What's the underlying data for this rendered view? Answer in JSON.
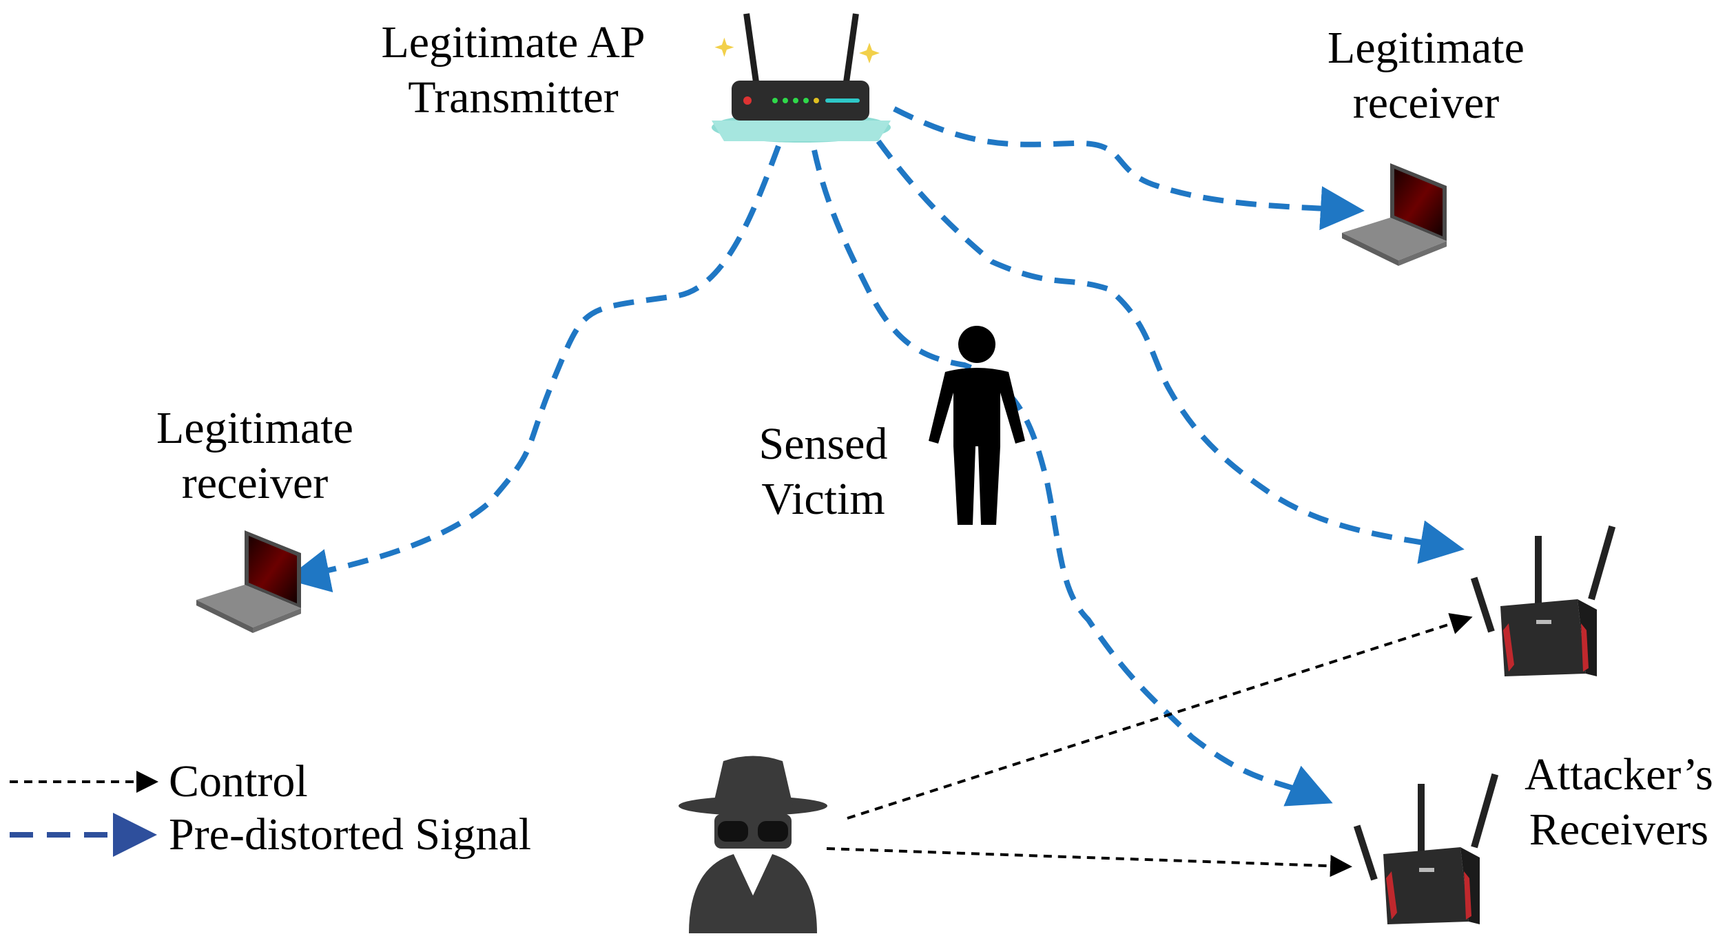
{
  "labels": {
    "ap_line1": "Legitimate AP",
    "ap_line2": "Transmitter",
    "rx_right_line1": "Legitimate",
    "rx_right_line2": "receiver",
    "rx_left_line1": "Legitimate",
    "rx_left_line2": "receiver",
    "victim_line1": "Sensed",
    "victim_line2": "Victim",
    "attacker_rx_line1": "Attacker’s",
    "attacker_rx_line2": "Receivers"
  },
  "legend": {
    "control": "Control",
    "signal": "Pre-distorted Signal"
  },
  "colors": {
    "signal": "#1f77c4",
    "legend_signal": "#2e4f9c",
    "control": "#000000",
    "router_body": "#2b2b2b",
    "router_accent": "#c0282d",
    "ap_base": "#8fdcd4",
    "laptop_body": "#8a8a8a",
    "laptop_screen": "#5a0000",
    "person": "#000000",
    "attacker": "#3a3a3a"
  }
}
